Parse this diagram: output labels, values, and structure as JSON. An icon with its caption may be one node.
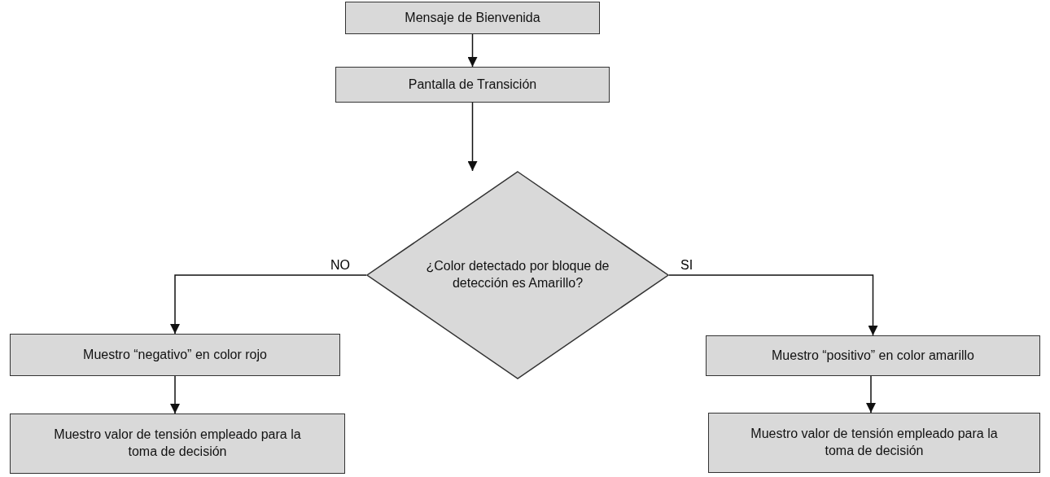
{
  "diagram": {
    "nodes": [
      {
        "text": [
          "Mensaje de Bienvenida"
        ]
      },
      {
        "text": [
          "Pantalla de Transición"
        ]
      },
      {
        "text": [
          "¿Color detectado por bloque de detección es Amarillo?"
        ]
      },
      {
        "text": [
          "Muestro “negativo” en color rojo"
        ]
      },
      {
        "text": [
          "Muestro “positivo” en color amarillo"
        ]
      },
      {
        "text": [
          "Muestro valor de tensión empleado para la toma de decisión"
        ]
      },
      {
        "text": [
          "Muestro valor de tensión empleado para la toma de decisión"
        ]
      }
    ],
    "edges": [
      {
        "from": 0,
        "to": 1,
        "arrow": "to"
      },
      {
        "from": 1,
        "to": 2,
        "arrow": "to"
      },
      {
        "from": 2,
        "to": 3,
        "arrow": "to",
        "label": "NO"
      },
      {
        "from": 2,
        "to": 4,
        "arrow": "to",
        "label": "SI"
      },
      {
        "from": 3,
        "to": 5,
        "arrow": "to"
      },
      {
        "from": 4,
        "to": 6,
        "arrow": "to"
      }
    ]
  }
}
